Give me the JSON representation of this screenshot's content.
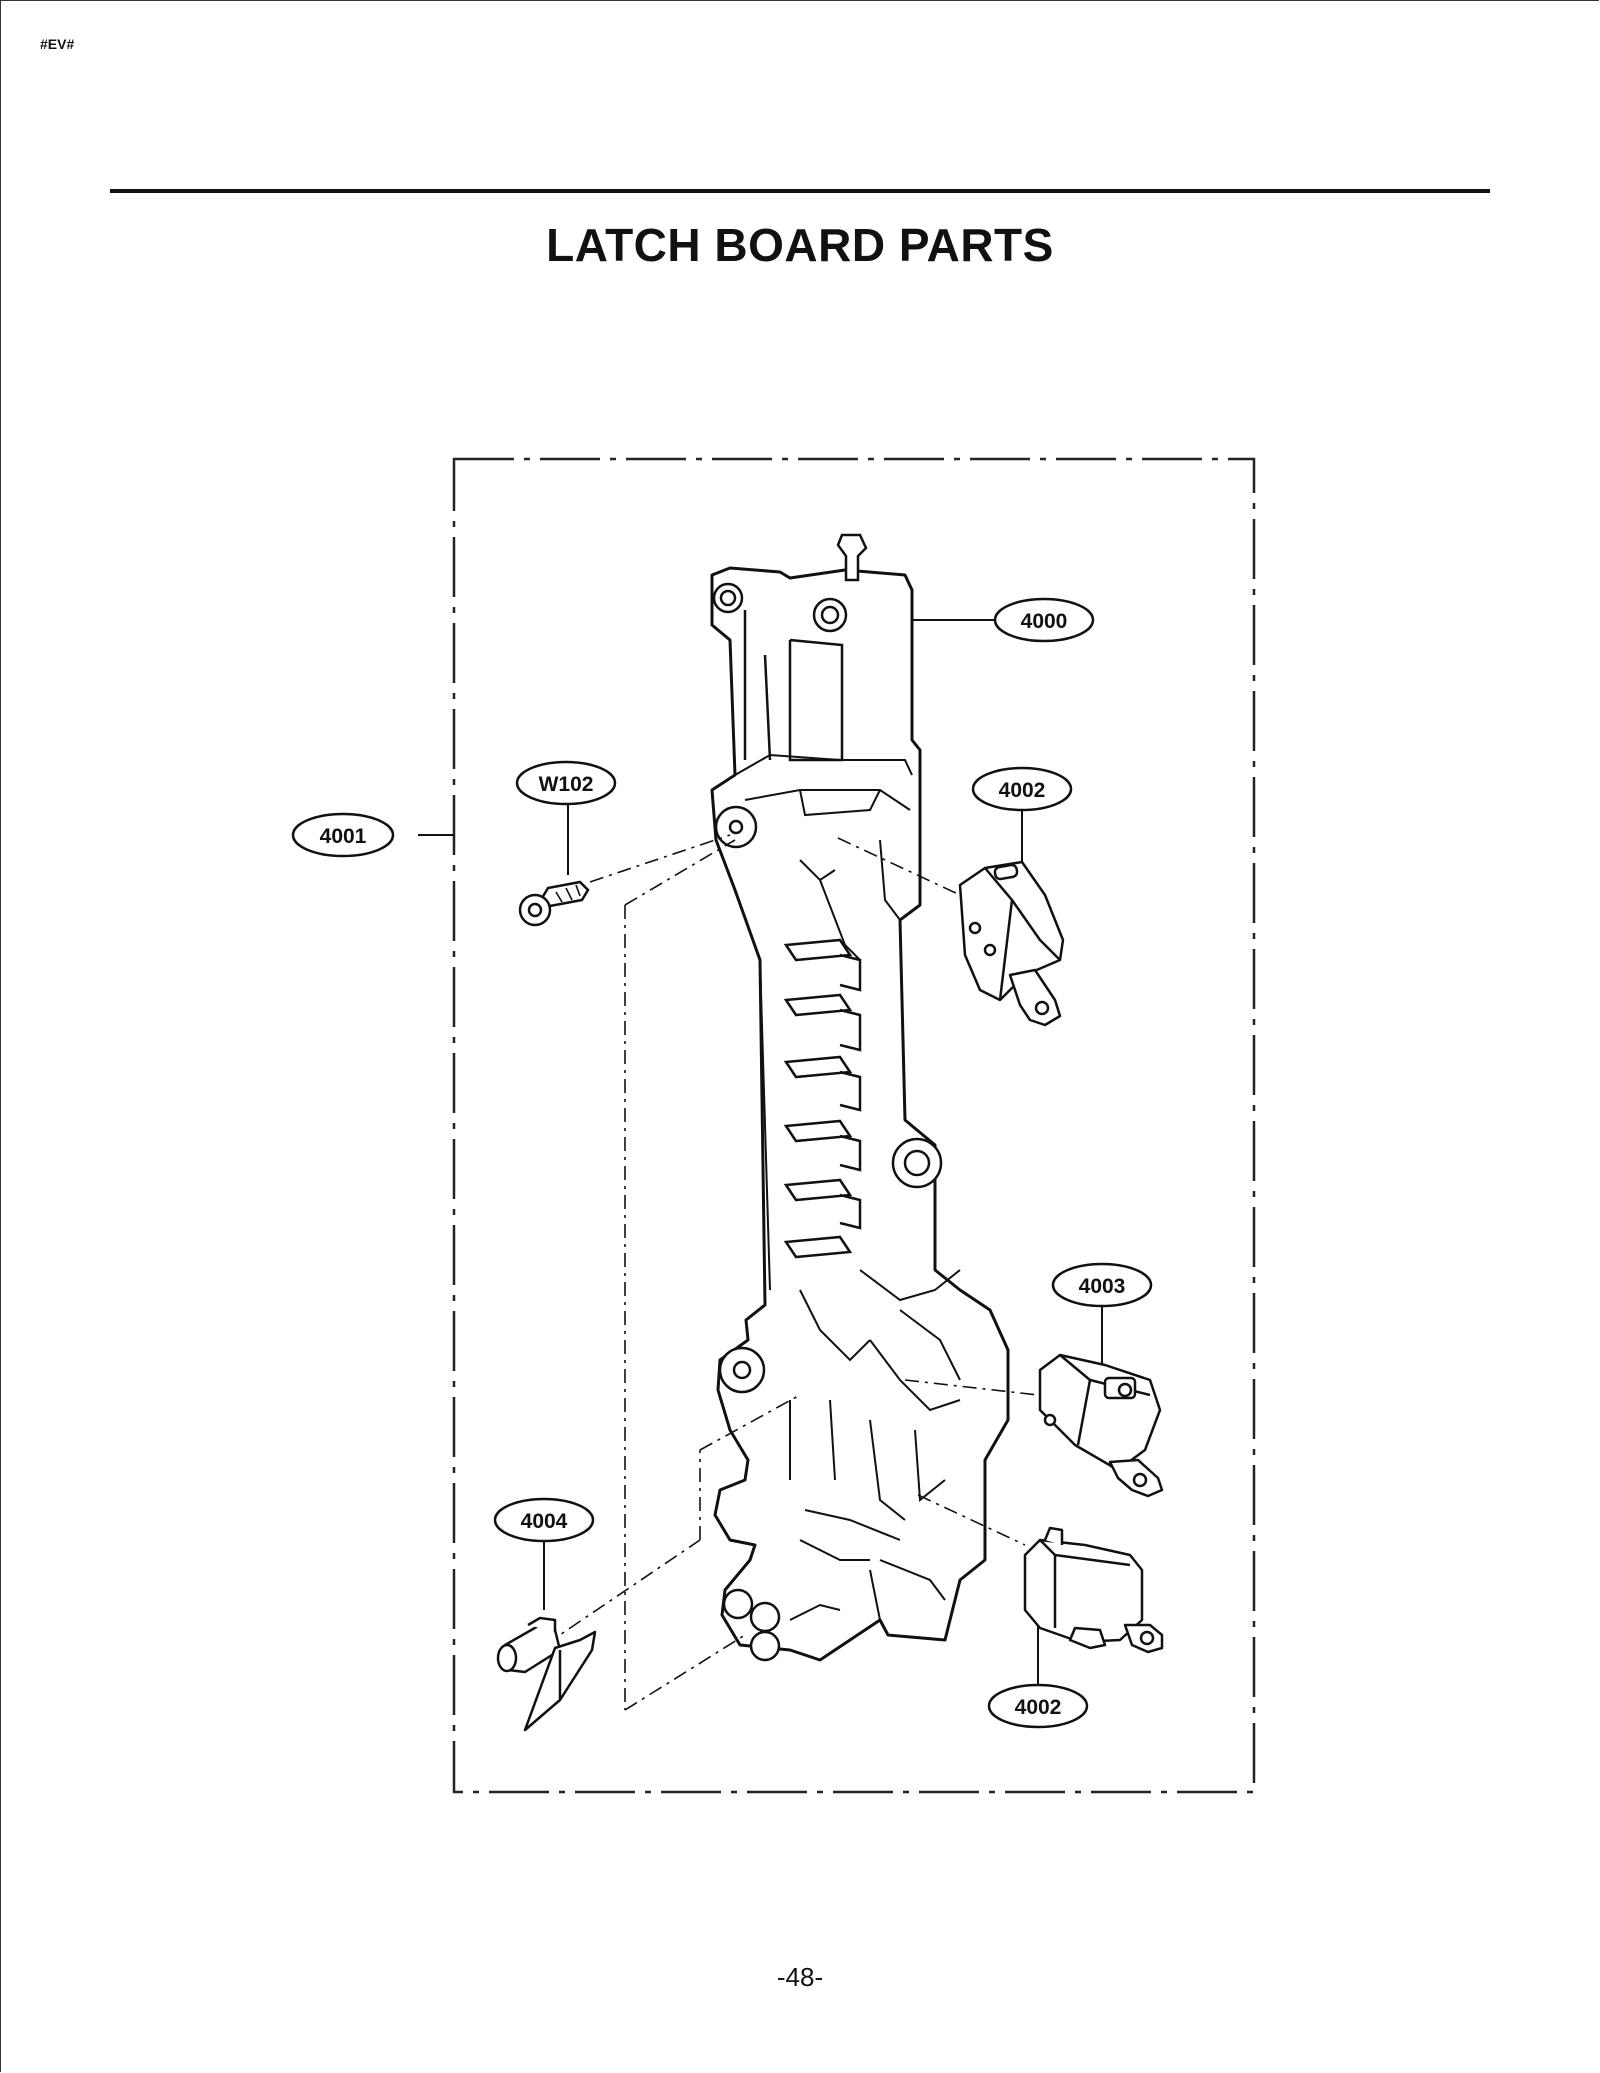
{
  "document": {
    "code": "#EV#",
    "title": "LATCH BOARD PARTS",
    "page_number": "-48-"
  },
  "callouts": {
    "c4000": "4000",
    "c4001": "4001",
    "cW102": "W102",
    "c4002_top": "4002",
    "c4003": "4003",
    "c4004": "4004",
    "c4002_bottom": "4002"
  }
}
